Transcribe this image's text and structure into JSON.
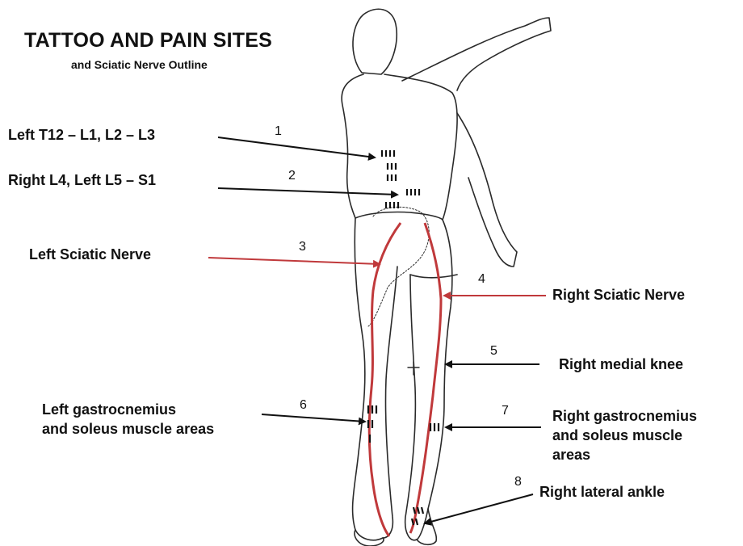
{
  "title": "TATTOO AND PAIN SITES",
  "subtitle": "and Sciatic Nerve Outline",
  "labels": {
    "l1": "Left T12 – L1, L2 – L3",
    "l2": "Right L4, Left L5 – S1",
    "l3": "Left Sciatic Nerve",
    "l4": "Right Sciatic Nerve",
    "l5": "Right medial knee",
    "l6a": "Left gastrocnemius",
    "l6b": "and soleus muscle areas",
    "l7a": "Right gastrocnemius",
    "l7b": "and soleus muscle",
    "l7c": "areas",
    "l8": "Right lateral ankle"
  },
  "numbers": {
    "n1": "1",
    "n2": "2",
    "n3": "3",
    "n4": "4",
    "n5": "5",
    "n6": "6",
    "n7": "7",
    "n8": "8"
  },
  "colors": {
    "arrow_black": "#111111",
    "nerve_red": "#c0393b",
    "outline": "#2a2a2a"
  }
}
